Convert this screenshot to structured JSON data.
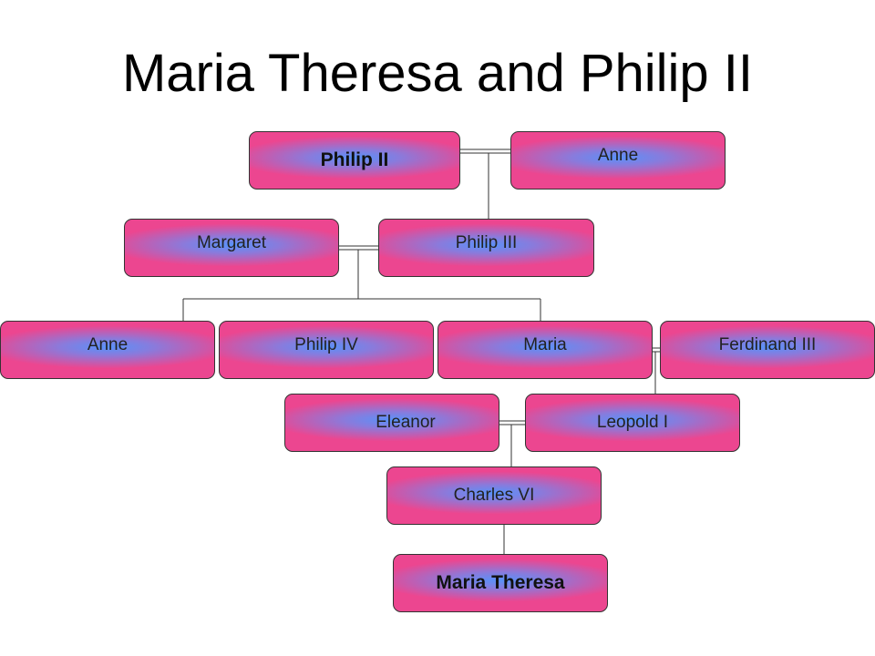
{
  "title": "Maria Theresa and Philip II",
  "nodes": {
    "philip_ii": "Philip II",
    "anne_top": "Anne",
    "margaret": "Margaret",
    "philip_iii": "Philip III",
    "anne_mid": "Anne",
    "philip_iv": "Philip IV",
    "maria": "Maria",
    "ferdinand_iii": "Ferdinand III",
    "eleanor": "Eleanor",
    "leopold_i": "Leopold I",
    "charles_vi": "Charles VI",
    "maria_theresa": "Maria Theresa"
  },
  "colors": {
    "node_fill": "#ec4690",
    "node_center": "#5096ff",
    "line": "#333333"
  }
}
